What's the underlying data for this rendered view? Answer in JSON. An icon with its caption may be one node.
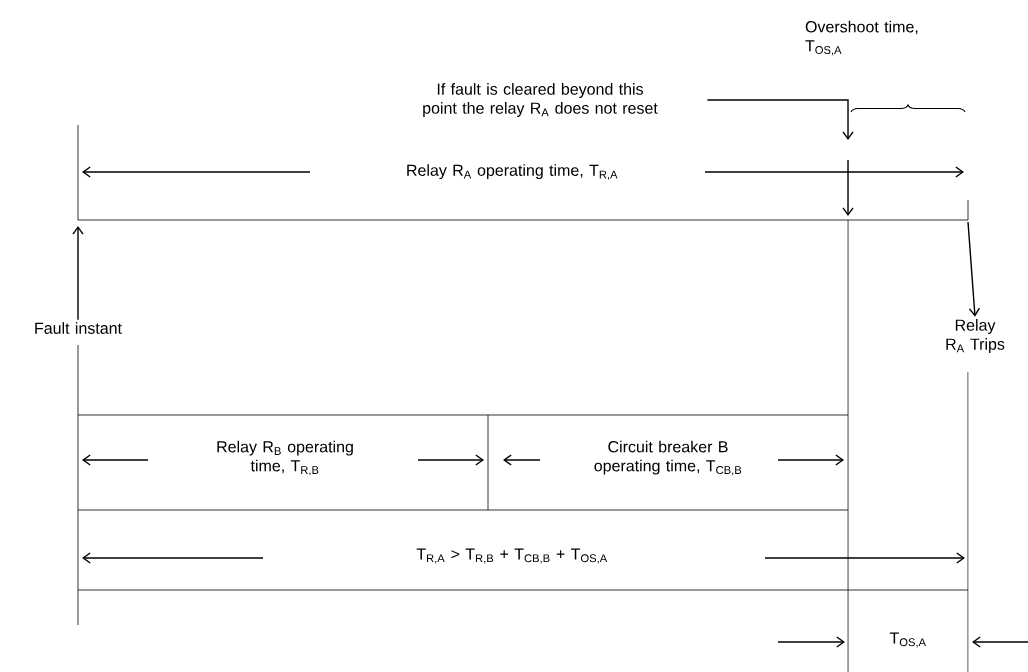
{
  "diagram": {
    "nodes": [
      {
        "text": [
          "If fault is cleared beyond this point the relay R$_{A}$ does not reset"
        ]
      },
      {
        "text": [
          "Fault instant"
        ]
      },
      {
        "text": [
          "Relay R$_{A}$ Trips"
        ]
      }
    ],
    "edges": [
      {
        "from": 0,
        "to": null,
        "arrow": "to"
      },
      {
        "from": 1,
        "to": null,
        "arrow": "to"
      },
      {
        "from": null,
        "to": 2,
        "arrow": "to"
      }
    ],
    "labels": [
      "Overshoot time, T$_{OS,A}$",
      "Relay R$_{A}$ operating time, T$_{R,A}$",
      "Relay R$_{B}$ operating time, T$_{R,B}$",
      "Circuit breaker B operating time, T$_{CB,B}$",
      "T$_{R,A}$ > T$_{R,B}$ + T$_{CB,B}$ + T$_{OS,A}$",
      "T$_{OS,A}$"
    ]
  }
}
